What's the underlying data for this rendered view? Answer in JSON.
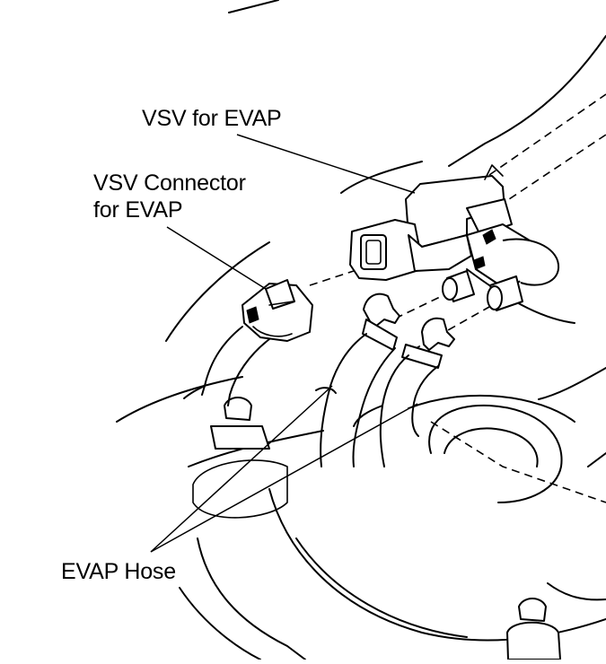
{
  "labels": {
    "vsv": "VSV for EVAP",
    "connector_line1": "VSV Connector",
    "connector_line2": "for EVAP",
    "hose": "EVAP Hose"
  },
  "colors": {
    "ink": "#000000",
    "background": "#ffffff"
  }
}
